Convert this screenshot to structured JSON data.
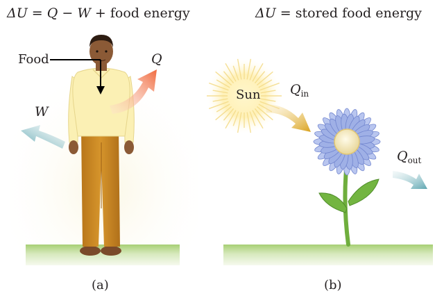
{
  "panel_a": {
    "equation": {
      "delta_u": "ΔU",
      "eq": "=",
      "q": "Q",
      "minus": "−",
      "w": "W",
      "plus": "+",
      "rest": "food energy"
    },
    "food_label": "Food",
    "q_label": "Q",
    "w_label": "W",
    "caption": "(a)"
  },
  "panel_b": {
    "equation": {
      "delta_u": "ΔU",
      "eq": "=",
      "rest": "stored food energy"
    },
    "sun_label": "Sun",
    "q_in": {
      "symbol": "Q",
      "sub": "in"
    },
    "q_out": {
      "symbol": "Q",
      "sub": "out"
    },
    "caption": "(b)"
  },
  "colors": {
    "heat_arrow": "#f37b52",
    "work_arrow": "#7fb6bf",
    "sun_arrow": "#e2b443",
    "ground": "#b9d98e",
    "shirt": "#fbf0b4",
    "pants": "#c8861f",
    "petal": "#a9b8ea",
    "stem": "#6fae3d"
  }
}
